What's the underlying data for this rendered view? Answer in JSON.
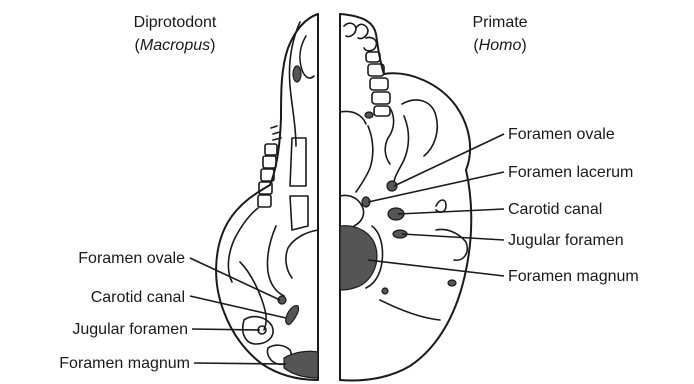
{
  "left_skull": {
    "group": "Diprotodont",
    "genus": "Macropus",
    "labels": {
      "foramen_ovale": "Foramen ovale",
      "carotid_canal": "Carotid canal",
      "jugular_foramen": "Jugular foramen",
      "foramen_magnum": "Foramen magnum"
    }
  },
  "right_skull": {
    "group": "Primate",
    "genus": "Homo",
    "labels": {
      "foramen_ovale": "Foramen ovale",
      "foramen_lacerum": "Foramen lacerum",
      "carotid_canal": "Carotid canal",
      "jugular_foramen": "Jugular foramen",
      "foramen_magnum": "Foramen magnum"
    }
  },
  "colors": {
    "line": "#1a1a1a",
    "foramen_fill": "#555555",
    "background": "#ffffff"
  }
}
